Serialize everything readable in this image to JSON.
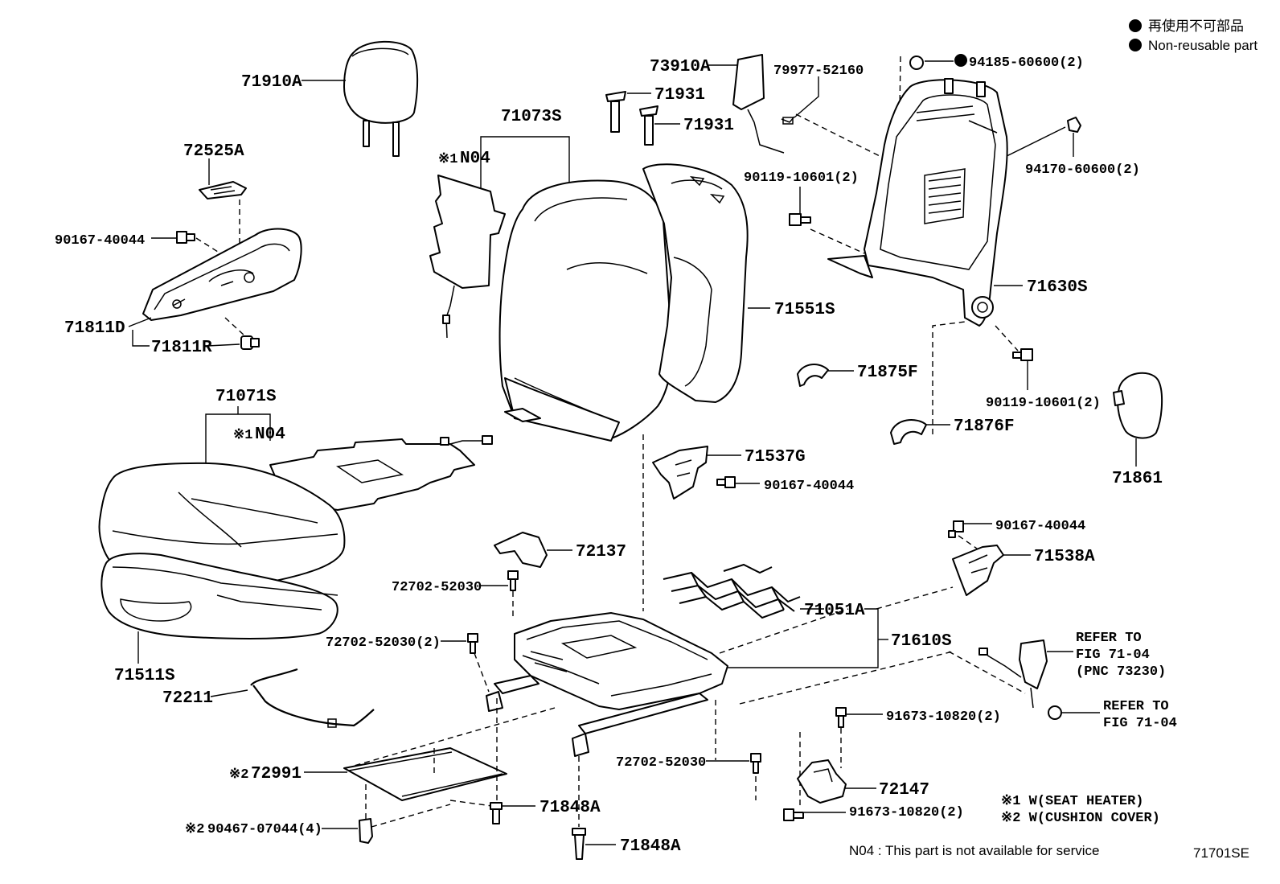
{
  "legend": {
    "jp": "再使用不可部品",
    "en": "Non-reusable part"
  },
  "figure_id": "71701SE",
  "labels": {
    "p71910A": "71910A",
    "p72525A": "72525A",
    "p90167_40044_a": "90167-40044",
    "p71811D": "71811D",
    "p71811R": "71811R",
    "p71073S": "71073S",
    "p71931_a": "71931",
    "p71931_b": "71931",
    "p73910A": "73910A",
    "p79977": "79977-52160",
    "p94185": "94185-60600(2)",
    "p94170": "94170-60600(2)",
    "p90119_a": "90119-10601(2)",
    "p71630S": "71630S",
    "p71551S": "71551S",
    "n04_a_mark": "※1",
    "n04_a": "N04",
    "p71875F": "71875F",
    "p90119_b": "90119-10601(2)",
    "p71876F": "71876F",
    "p71861": "71861",
    "p71071S": "71071S",
    "n04_b_mark": "※1",
    "n04_b": "N04",
    "p71537G": "71537G",
    "p90167_40044_b": "90167-40044",
    "p90167_40044_c": "90167-40044",
    "p71538A": "71538A",
    "p72137": "72137",
    "p72702_a": "72702-52030",
    "p71051A": "71051A",
    "p71610S": "71610S",
    "p72702_b": "72702-52030(2)",
    "p71511S": "71511S",
    "p72211": "72211",
    "refer1_l1": "REFER TO",
    "refer1_l2": "FIG 71-04",
    "refer1_l3": "(PNC 73230)",
    "refer2_l1": "REFER TO",
    "refer2_l2": "FIG 71-04",
    "p91673_a": "91673-10820(2)",
    "p72991_mark": "※2",
    "p72991": "72991",
    "p72702_c": "72702-52030",
    "p72147": "72147",
    "p91673_b": "91673-10820(2)",
    "p71848A_a": "71848A",
    "p90467_mark": "※2",
    "p90467": "90467-07044(4)",
    "p71848A_b": "71848A"
  },
  "notes": {
    "n1": "※1 W(SEAT HEATER)",
    "n2": "※2 W(CUSHION COVER)",
    "n04": "N04 : This part is not available for service"
  }
}
